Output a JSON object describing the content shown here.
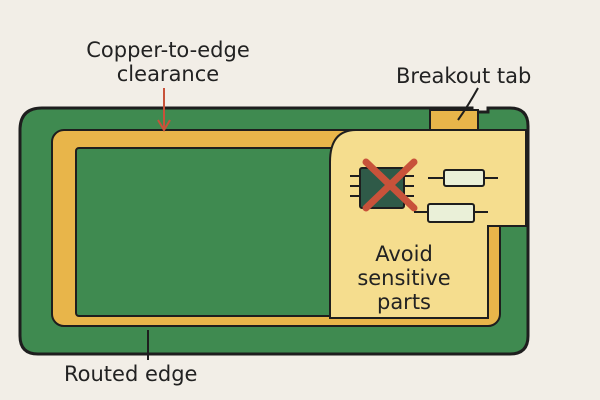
{
  "labels": {
    "clearance_line1": "Copper-to-edge",
    "clearance_line2": "clearance",
    "breakout_tab": "Breakout tab",
    "avoid_line1": "Avoid",
    "avoid_line2": "sensitive",
    "avoid_line3": "parts",
    "routed_edge": "Routed edge"
  },
  "colors": {
    "background": "#f2eee7",
    "board_green": "#3f8a50",
    "clearance_yellow": "#e8b54a",
    "keepout_zone": "#f5dd8e",
    "outline": "#1e1e1e",
    "arrow_red": "#c8523a",
    "chip": "#2f5a48",
    "component_fill": "#eaf0d8"
  }
}
